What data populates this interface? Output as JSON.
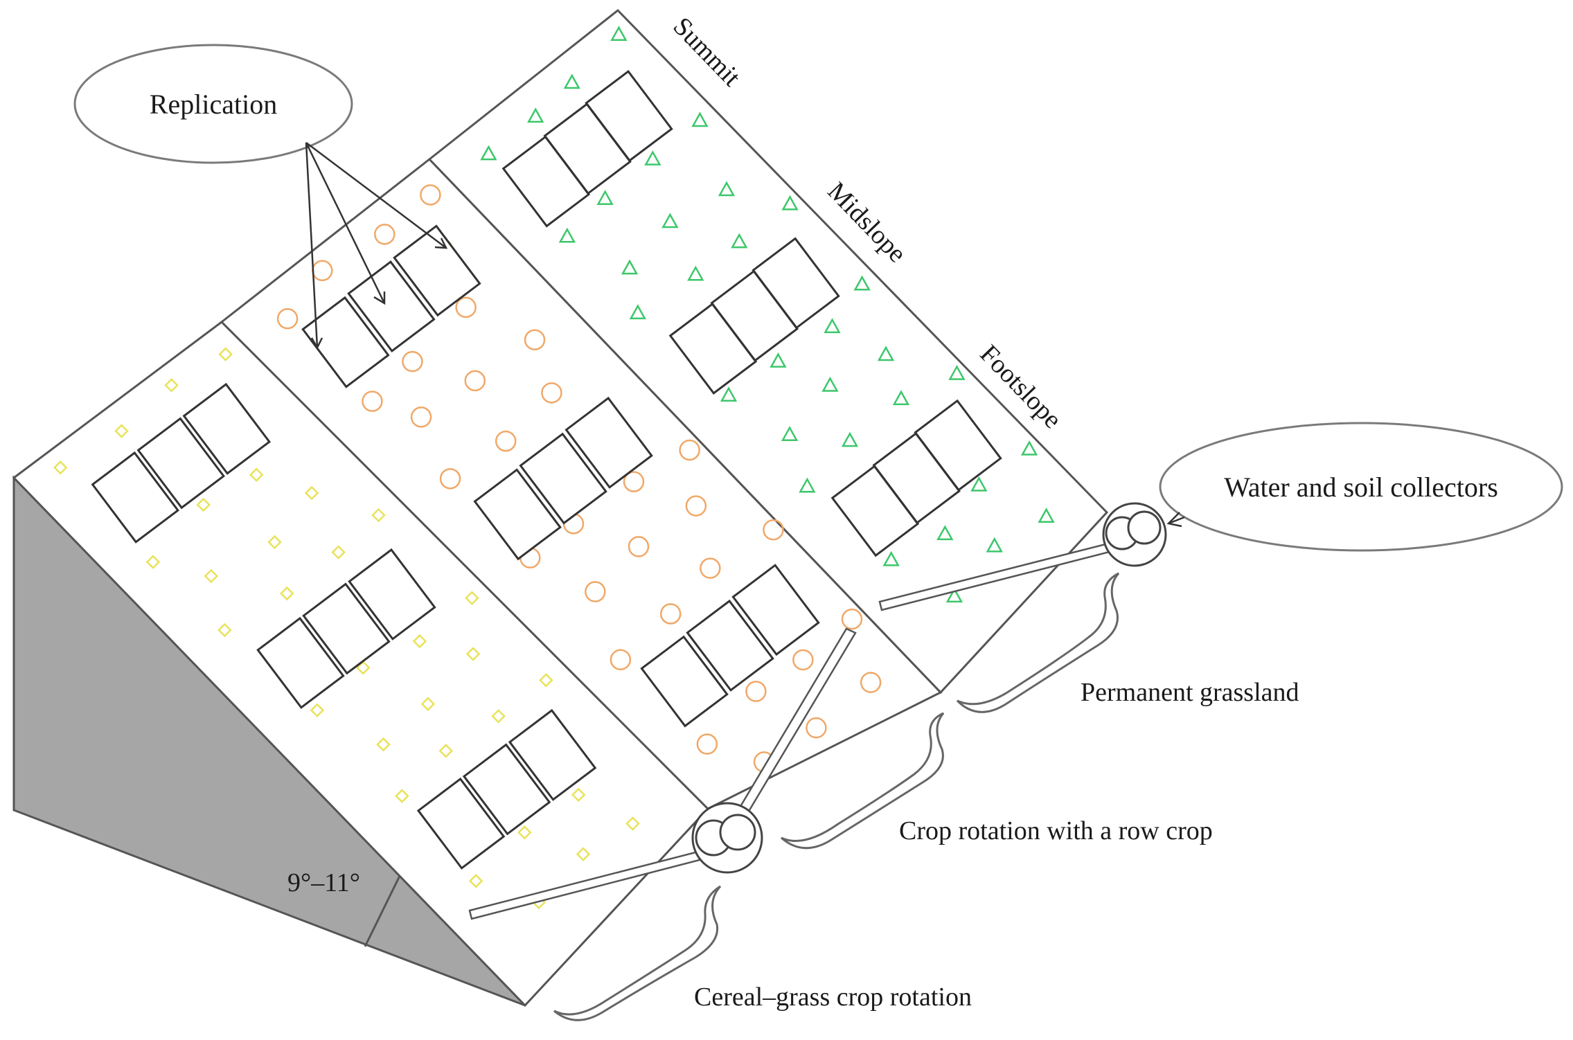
{
  "diagram": {
    "callouts": {
      "replication": "Replication",
      "collectors": "Water and soil collectors"
    },
    "slope_positions": {
      "summit": "Summit",
      "midslope": "Midslope",
      "footslope": "Footslope"
    },
    "angle": "9°–11°",
    "treatments": {
      "permanent_grassland": "Permanent grassland",
      "row_crop": "Crop rotation with a row crop",
      "cereal_grass": "Cereal–grass crop rotation"
    },
    "colors": {
      "outline": "#555555",
      "side_face": "#a6a6a6",
      "cereal_marker": "#e8e35a",
      "rowcrop_marker": "#f0a868",
      "grassland_marker": "#3cc76a",
      "callout_border": "#7a7a7a"
    },
    "marker_shapes": {
      "cereal_grass": "diamond",
      "row_crop": "circle",
      "permanent_grassland": "triangle"
    }
  }
}
